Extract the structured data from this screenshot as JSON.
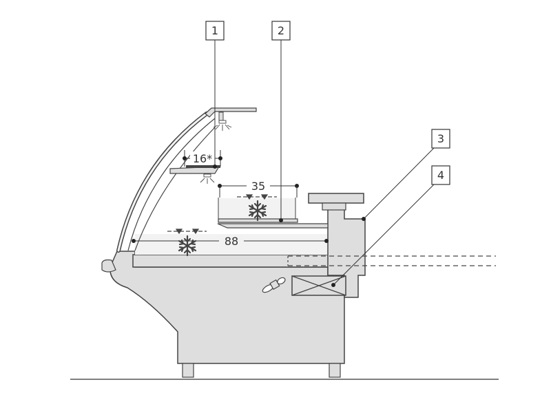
{
  "callouts": [
    "1",
    "2",
    "3",
    "4"
  ],
  "dimensions": {
    "shelf_depth": "16*",
    "upper_tray_width": "35",
    "base_depth": "88"
  },
  "icons": {
    "freeze": "snowflake-icon"
  },
  "colors": {
    "line": "#3a3a3a",
    "fill_cabinet": "#dedede",
    "fill_light": "#f2f2f2",
    "background": "#ffffff"
  }
}
